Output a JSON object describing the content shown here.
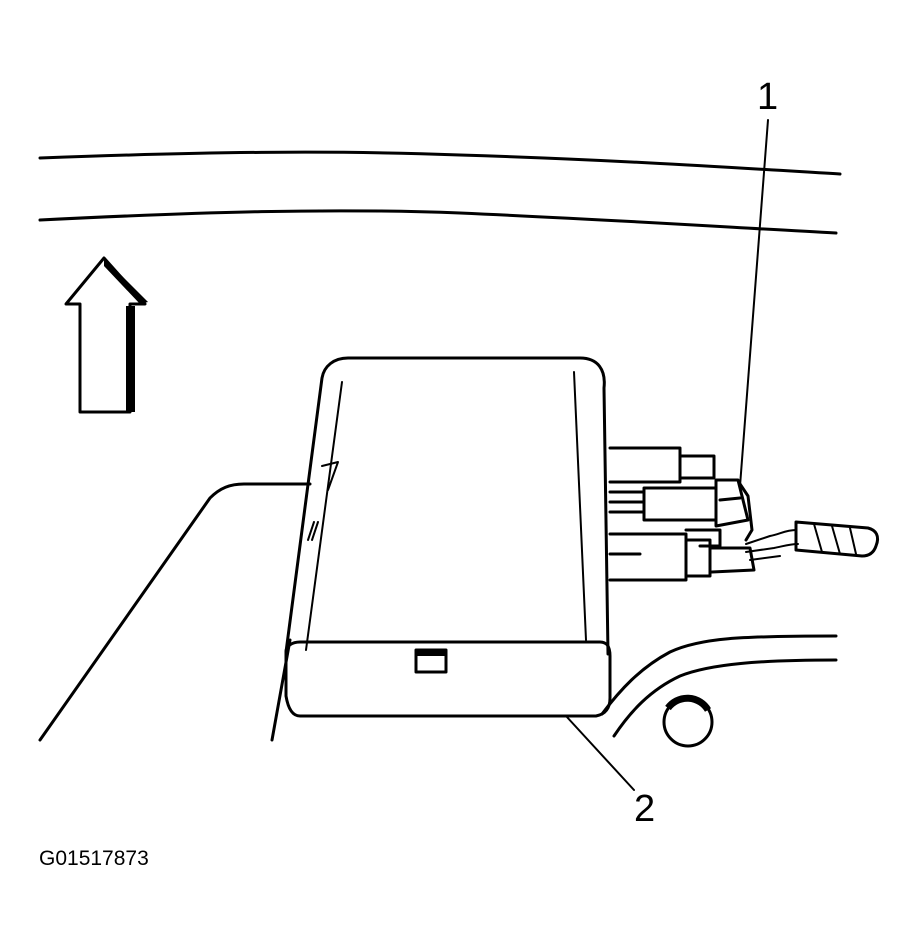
{
  "labels": {
    "callout_1": "1",
    "callout_2": "2",
    "figure_id": "G01517873"
  },
  "colors": {
    "line": "#000000",
    "background": "#ffffff"
  }
}
